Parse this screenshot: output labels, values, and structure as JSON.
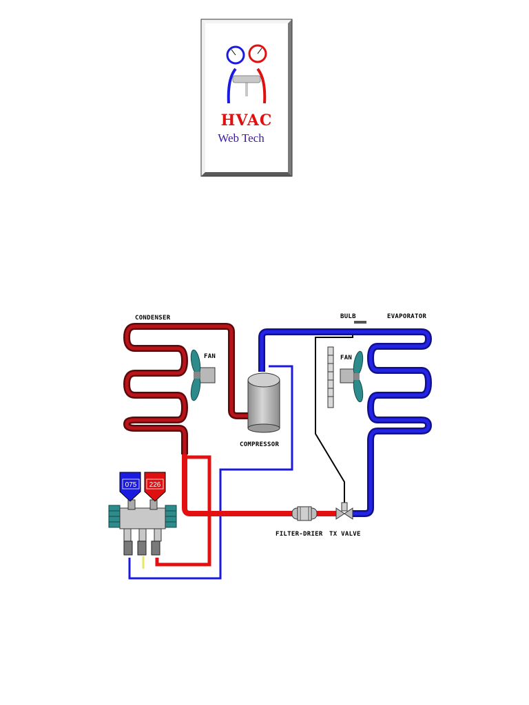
{
  "logo": {
    "title": "HVAC",
    "subtitle": "Web Tech"
  },
  "diagram": {
    "labels": {
      "condenser": "CONDENSER",
      "condenser_fan": "FAN",
      "compressor": "COMPRESSOR",
      "bulb": "BULB",
      "evaporator": "EVAPORATOR",
      "evaporator_fan": "FAN",
      "filter_drier": "FILTER-DRIER",
      "tx_valve": "TX VALVE"
    },
    "gauges": {
      "low_side_reading": "075",
      "high_side_reading": "226"
    }
  },
  "colors": {
    "high_pressure_line": "#e21010",
    "liquid_hot_line": "#8a0c10",
    "low_pressure_line": "#1a1adc",
    "gauge_low": "#1a1ae0",
    "gauge_high": "#e01010",
    "component_gray": "#b8b8b8",
    "fan_teal": "#2e8b8b"
  }
}
